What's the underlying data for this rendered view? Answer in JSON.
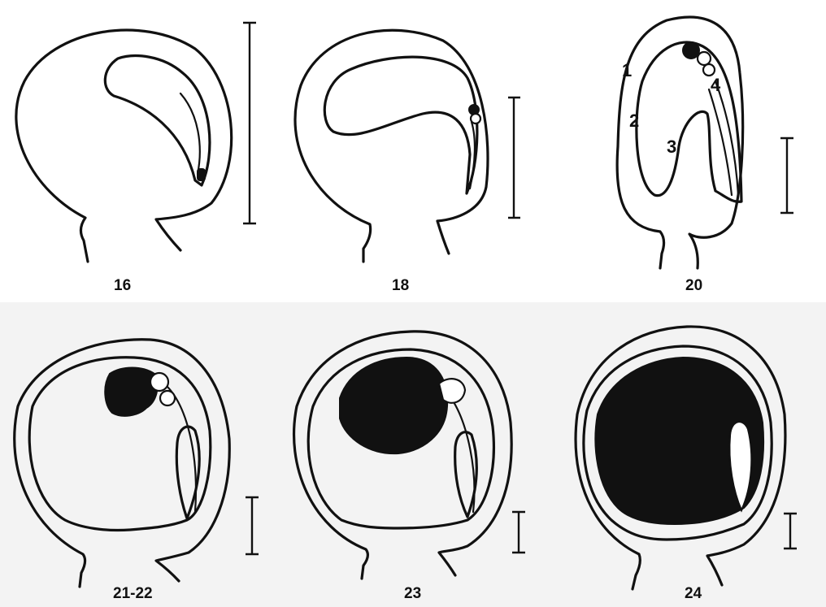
{
  "figures": [
    {
      "label": "16"
    },
    {
      "label": "18"
    },
    {
      "label": "20",
      "part_labels": [
        "1",
        "2",
        "3",
        "4"
      ]
    },
    {
      "label": "21-22"
    },
    {
      "label": "23"
    },
    {
      "label": "24"
    }
  ],
  "colors": {
    "ink": "#111111",
    "background": "#ffffff",
    "lower_panel": "#f3f3f3"
  }
}
